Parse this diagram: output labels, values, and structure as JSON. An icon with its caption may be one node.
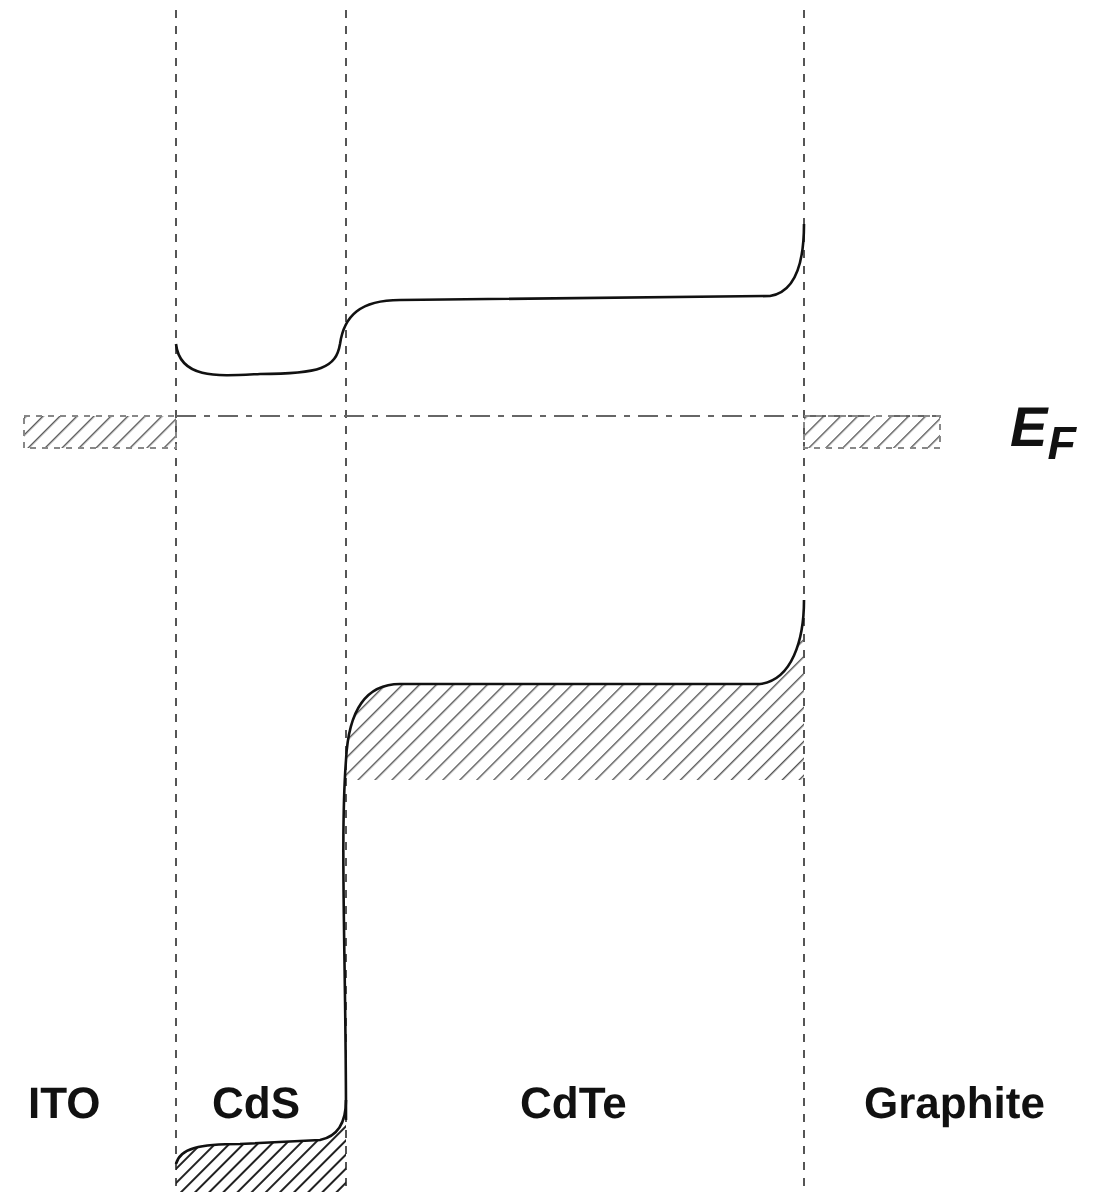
{
  "diagram": {
    "labels": [
      "E$_{F}$",
      "ITO",
      "CdS",
      "CdTe",
      "Graphite"
    ]
  }
}
